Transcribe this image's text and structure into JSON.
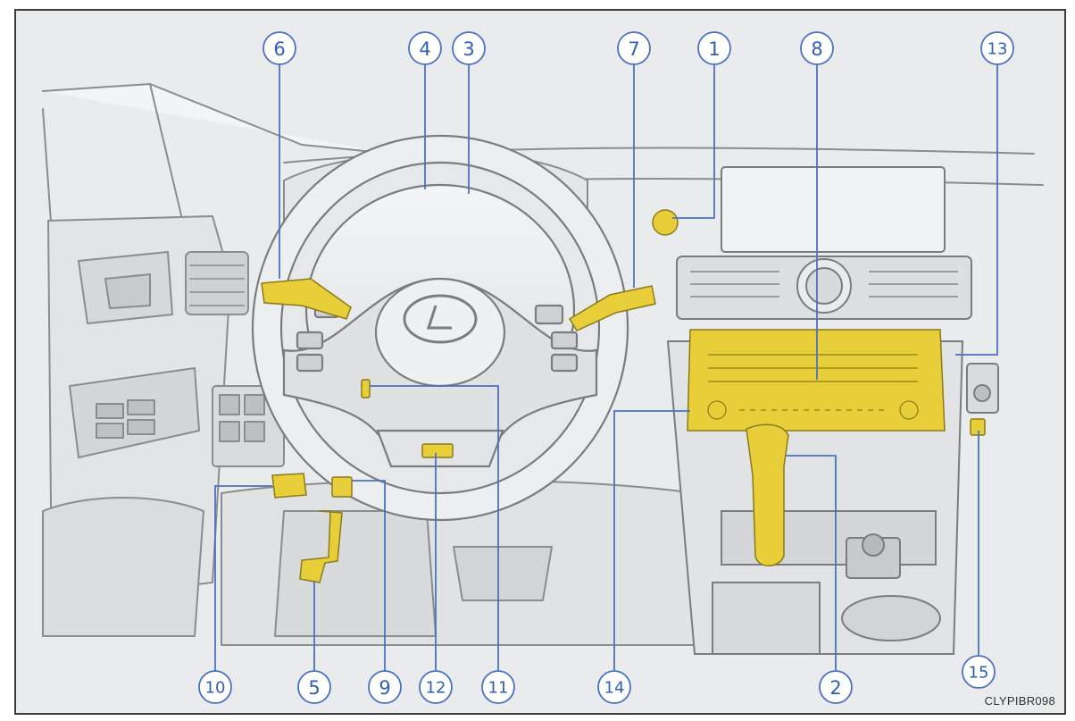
{
  "image_code": "CLYPIBR098",
  "colors": {
    "highlight": "#e8cf3a",
    "callout": "#4a72c4",
    "line_art": "#7a7c7e",
    "background": "#e9ebec"
  },
  "callouts": [
    {
      "id": "c6",
      "number": "6"
    },
    {
      "id": "c4",
      "number": "4"
    },
    {
      "id": "c3",
      "number": "3"
    },
    {
      "id": "c7",
      "number": "7"
    },
    {
      "id": "c1",
      "number": "1"
    },
    {
      "id": "c8",
      "number": "8"
    },
    {
      "id": "c13",
      "number": "13"
    },
    {
      "id": "c10",
      "number": "10"
    },
    {
      "id": "c5",
      "number": "5"
    },
    {
      "id": "c9",
      "number": "9"
    },
    {
      "id": "c12",
      "number": "12"
    },
    {
      "id": "c11",
      "number": "11"
    },
    {
      "id": "c14",
      "number": "14"
    },
    {
      "id": "c2",
      "number": "2"
    },
    {
      "id": "c15",
      "number": "15"
    }
  ]
}
